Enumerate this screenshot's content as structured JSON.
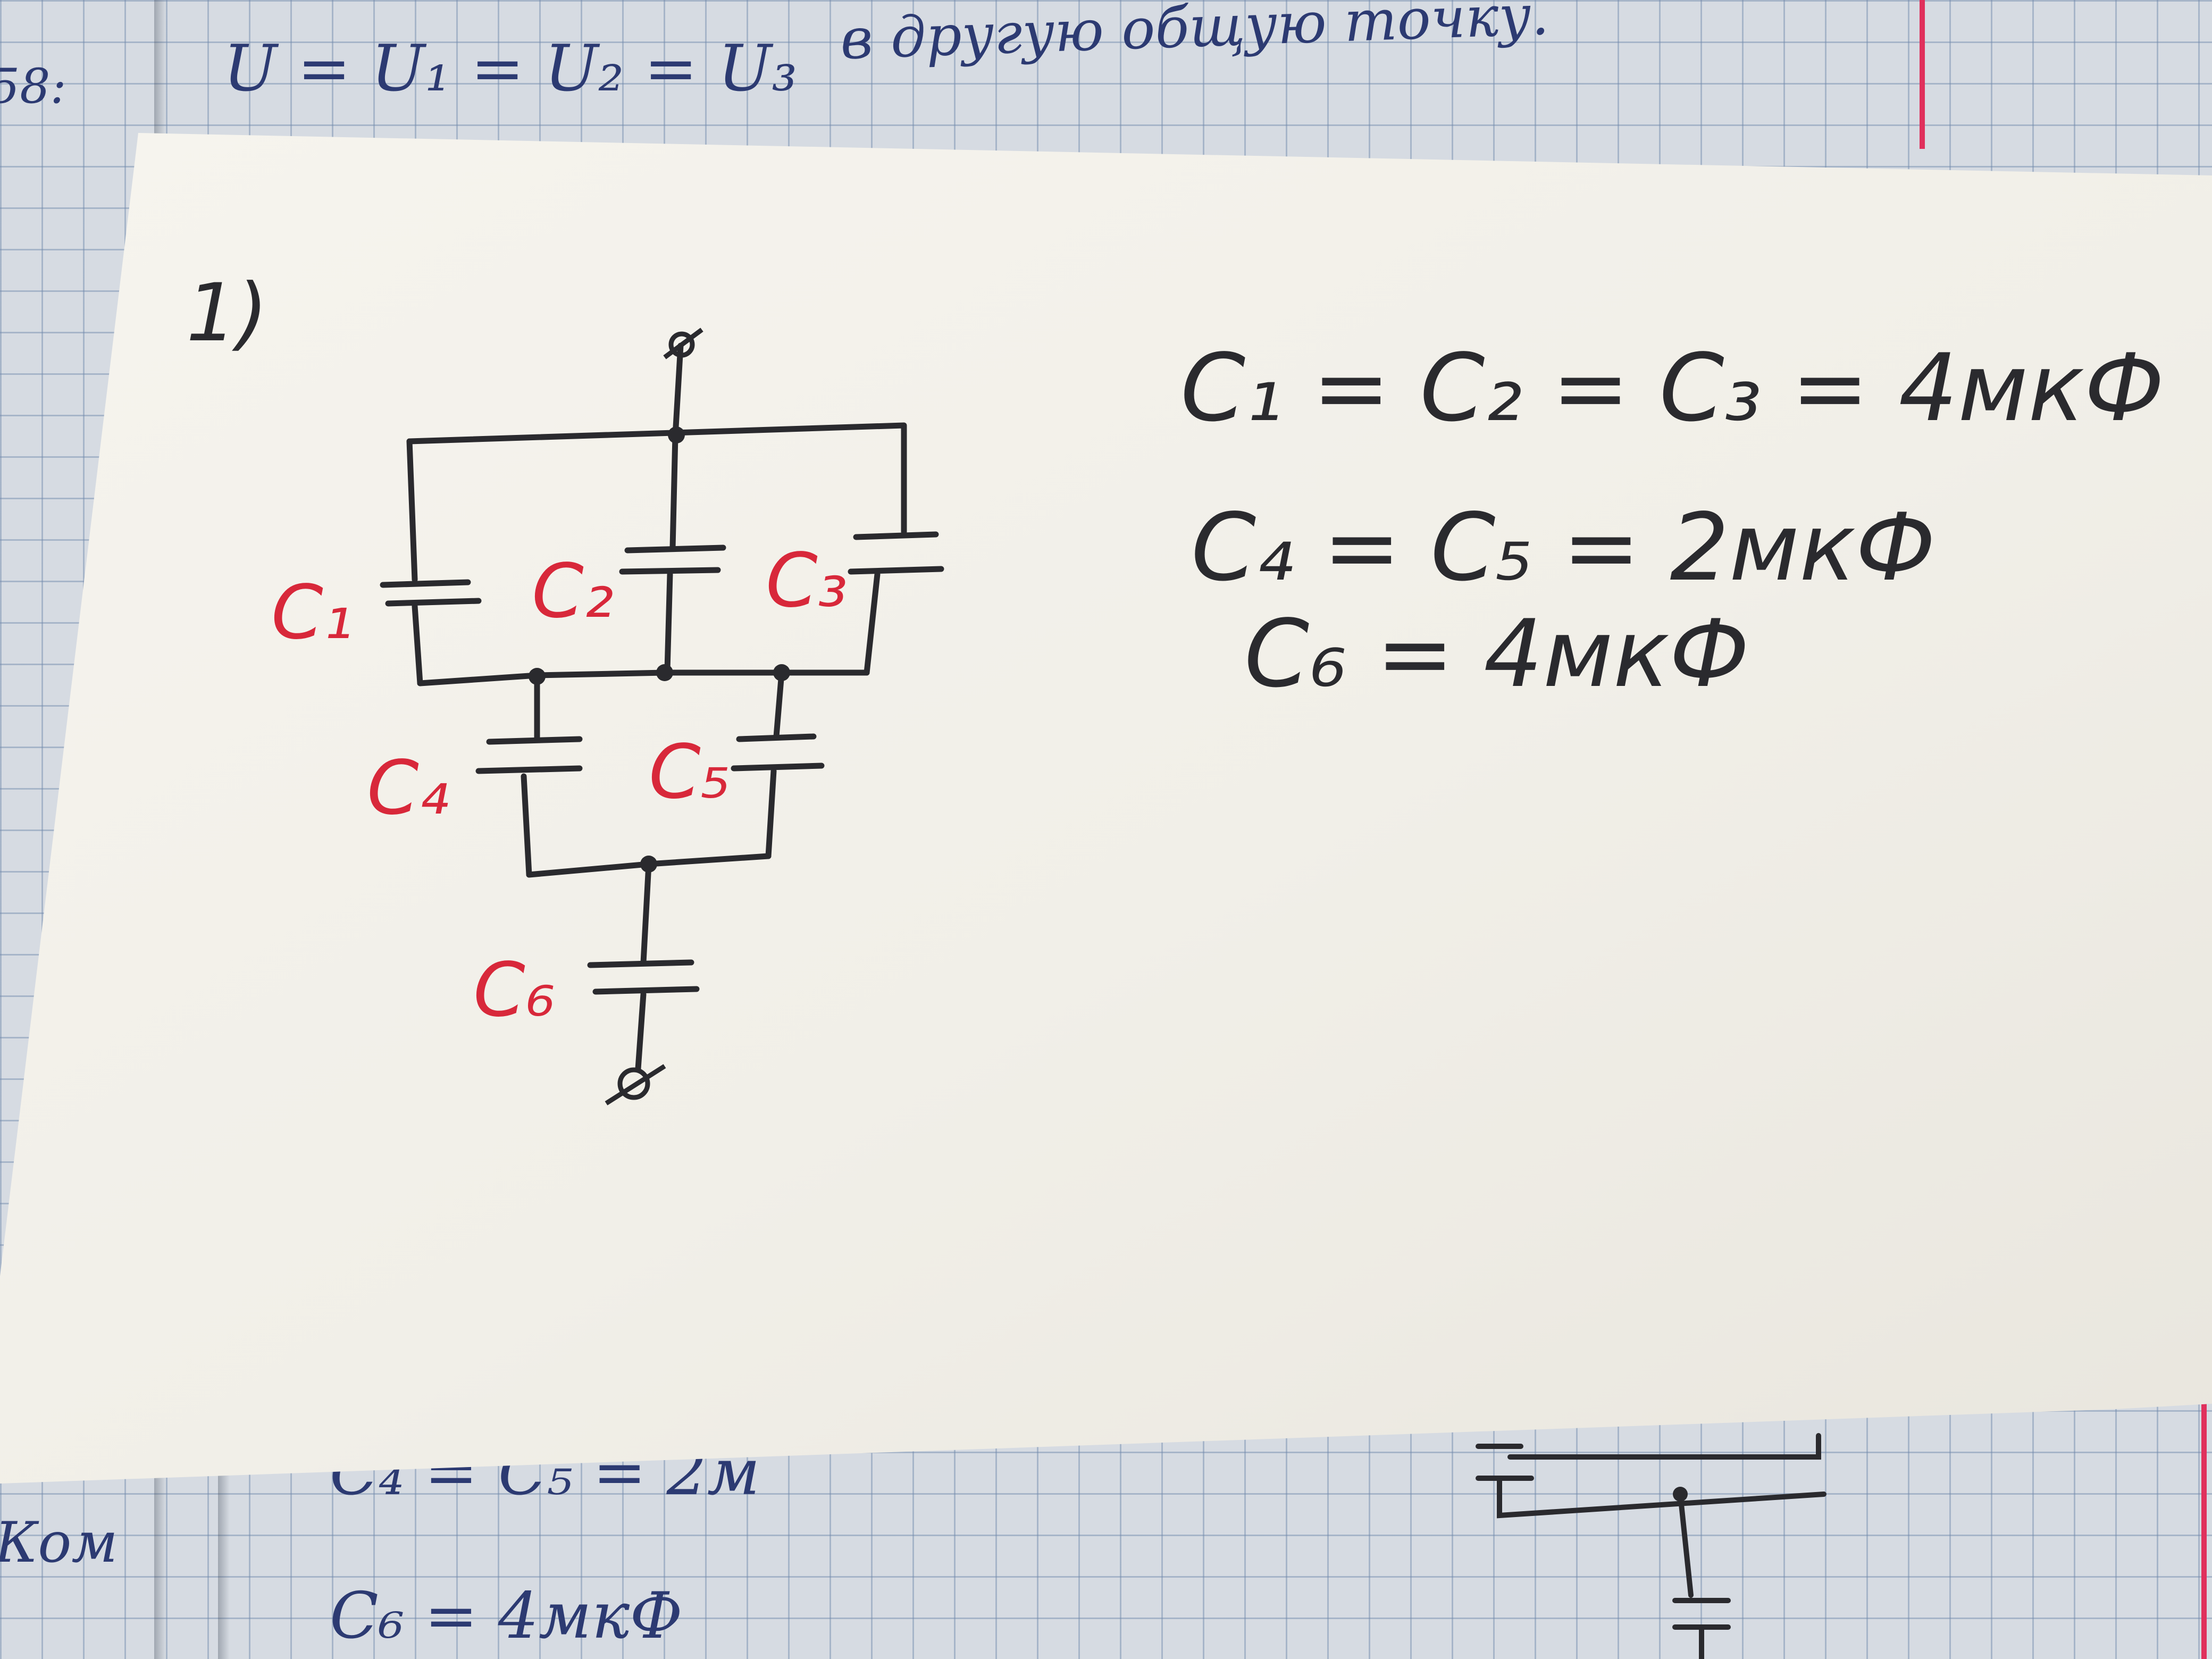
{
  "background_notes": {
    "top_line": "U = U₁ = U₂ = U₃",
    "top_right": "в другую общую точку.",
    "left_fragment": "58:",
    "bottom_c4c5": "C₄ = C₅ = 2м",
    "bottom_c6": "C₆ = 4мкФ",
    "bottom_left": "Ком"
  },
  "card": {
    "problem_number": "1)",
    "labels": {
      "c1": "C₁",
      "c2": "C₂",
      "c3": "C₃",
      "c4": "C₄",
      "c5": "C₅",
      "c6": "C₆"
    },
    "equations": [
      "C₁ = C₂ = C₃ = 4мкФ",
      "C₄ = C₅ = 2мкФ",
      "C₆ = 4мкФ"
    ]
  },
  "colors": {
    "ink": "#2a2a2e",
    "red_ink": "#d8283a",
    "blue_ink": "#2c3a72",
    "paper": "#f3f1ea"
  }
}
